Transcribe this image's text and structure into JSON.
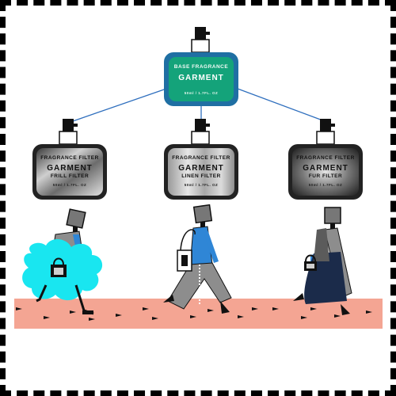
{
  "base": {
    "subtitle": "BASE FRAGRANCE",
    "title": "GARMENT",
    "volume": "50ml / 1.7FL. OZ",
    "color": "#14a37a",
    "frame_color": "#1f6fa3"
  },
  "filters": [
    {
      "subtitle": "FRAGRANCE FILTER",
      "title": "GARMENT",
      "name": "FRILL FILTER",
      "volume": "50ml / 1.7FL. OZ"
    },
    {
      "subtitle": "FRAGRANCE FILTER",
      "title": "GARMENT",
      "name": "LINEN FILTER",
      "volume": "50ml / 1.7FL. OZ"
    },
    {
      "subtitle": "FRAGRANCE FILTER",
      "title": "GARMENT",
      "name": "FUR FILTER",
      "volume": "50ml / 1.7FL. OZ"
    }
  ],
  "colors": {
    "runway": "#f4a593",
    "connector": "#2f6fbe",
    "frill_dress": "#19e6f0",
    "figure_blue": "#2f86d6",
    "figure_gray": "#8d8d8d"
  },
  "icons": [
    "spray-cap-icon",
    "handbag-icon",
    "footprint-icon"
  ]
}
